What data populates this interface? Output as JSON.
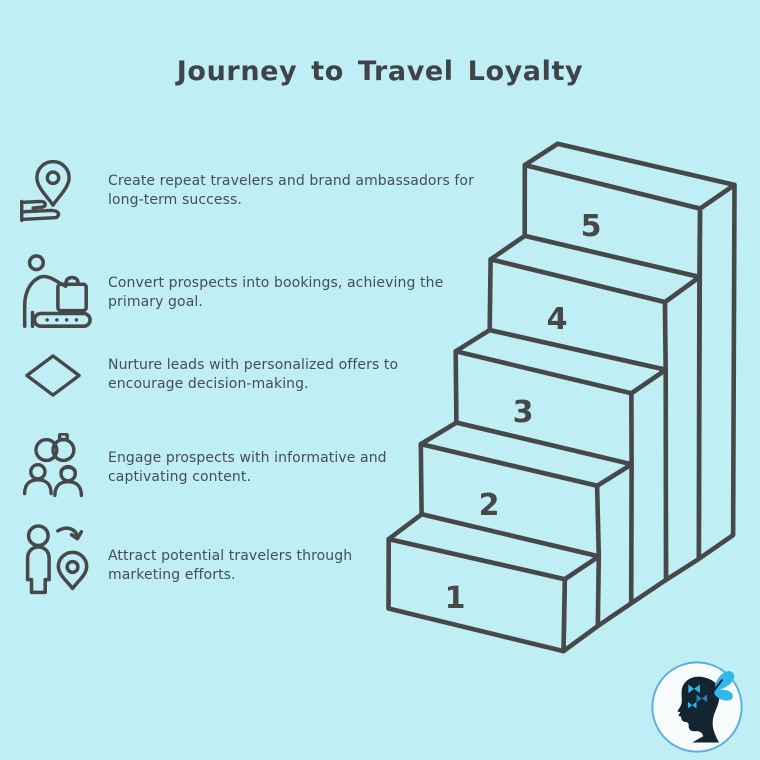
{
  "title": "Journey to Travel Loyalty",
  "colors": {
    "background": "#bfeef5",
    "ink": "#474849",
    "text": "#464e53",
    "title_text": "#3e4449",
    "logo_ring": "#58b0dd",
    "logo_face": "#f7fbfc",
    "logo_silhouette": "#142430",
    "logo_butterfly": "#2fb9e8"
  },
  "list": {
    "items": [
      {
        "icon": "hand-location-pin-icon",
        "line1": "Create repeat travelers and brand ambassadors for",
        "line2": "long-term success."
      },
      {
        "icon": "traveler-luggage-conveyor-icon",
        "line1": "Convert prospects into bookings, achieving the",
        "line2": "primary goal."
      },
      {
        "icon": "diamond-icon",
        "line1": "Nurture leads with personalized offers to",
        "line2": "encourage decision-making."
      },
      {
        "icon": "engagement-rings-people-icon",
        "line1": "Engage prospects with informative and",
        "line2": "captivating content."
      },
      {
        "icon": "person-arrow-pin-icon",
        "line1": "Attract potential travelers through",
        "line2": "marketing efforts."
      }
    ]
  },
  "staircase": {
    "numbers": [
      "1",
      "2",
      "3",
      "4",
      "5"
    ]
  }
}
